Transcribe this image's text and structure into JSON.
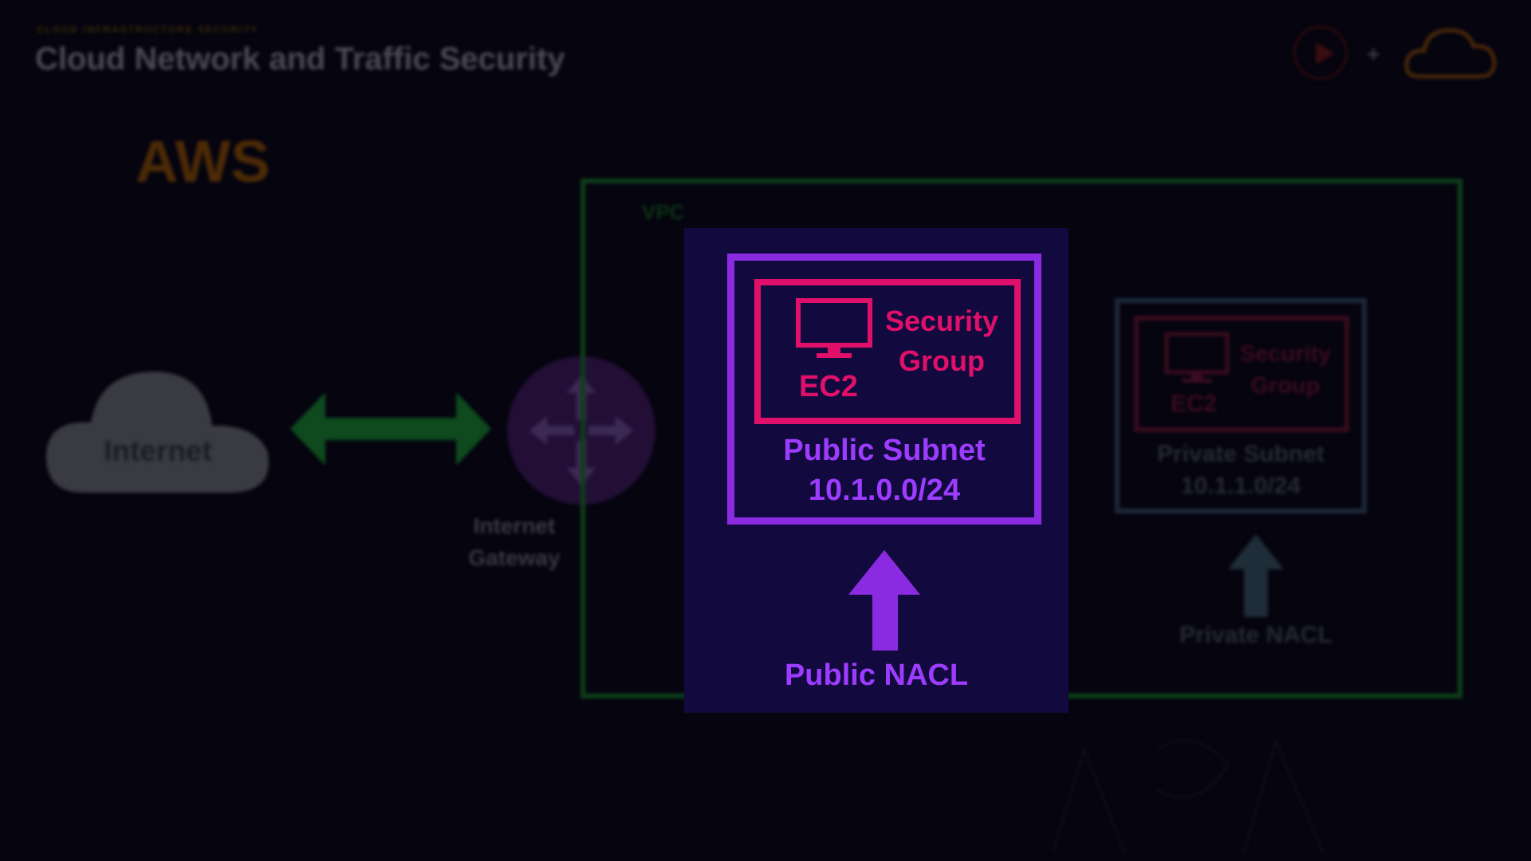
{
  "header": {
    "kicker": "CLOUD INFRASTRUCTURE SECURITY",
    "title": "Cloud Network and Traffic Security",
    "plus": "+"
  },
  "provider": "AWS",
  "internet": {
    "label": "Internet"
  },
  "gateway": {
    "label_line1": "Internet",
    "label_line2": "Gateway"
  },
  "vpc": {
    "label": "VPC"
  },
  "public": {
    "sg_line1": "Security",
    "sg_line2": "Group",
    "ec2": "EC2",
    "subnet_name": "Public Subnet",
    "subnet_cidr": "10.1.0.0/24",
    "nacl": "Public NACL"
  },
  "private": {
    "sg_line1": "Security",
    "sg_line2": "Group",
    "ec2": "EC2",
    "subnet_name": "Private Subnet",
    "subnet_cidr": "10.1.1.0/24",
    "nacl": "Private NACL"
  },
  "colors": {
    "background": "#05040f",
    "highlight_panel": "#120a3e",
    "subnet_purple": "#8a2be2",
    "security_group_pink": "#e0106a",
    "vpc_green_dimmed": "#0f3f1a",
    "aws_orange_dimmed": "#4c2a06"
  }
}
